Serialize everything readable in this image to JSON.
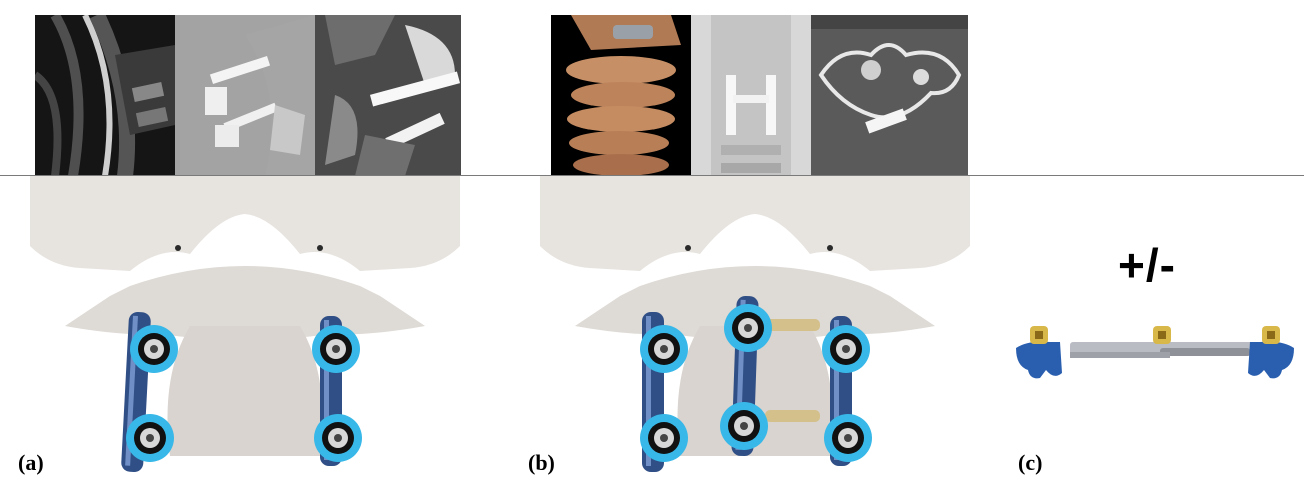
{
  "figure": {
    "panels": [
      {
        "label": "(a)",
        "scans": [
          "sagittal-mri",
          "lateral-xray",
          "sagittal-ct"
        ]
      },
      {
        "label": "(b)",
        "scans": [
          "3d-ct-reconstruction",
          "ap-xray",
          "axial-ct"
        ]
      },
      {
        "label": "(c)",
        "scans": []
      }
    ],
    "option_symbol": "+/-"
  },
  "colors": {
    "bone": "#e7e3df",
    "rod": "#2f4f86",
    "ring": "#38b8e8",
    "screw": "#d4c08a",
    "connector_blue": "#2a5fb0",
    "connector_gold": "#d9b84a",
    "connector_bar": "#b9bcc2"
  }
}
